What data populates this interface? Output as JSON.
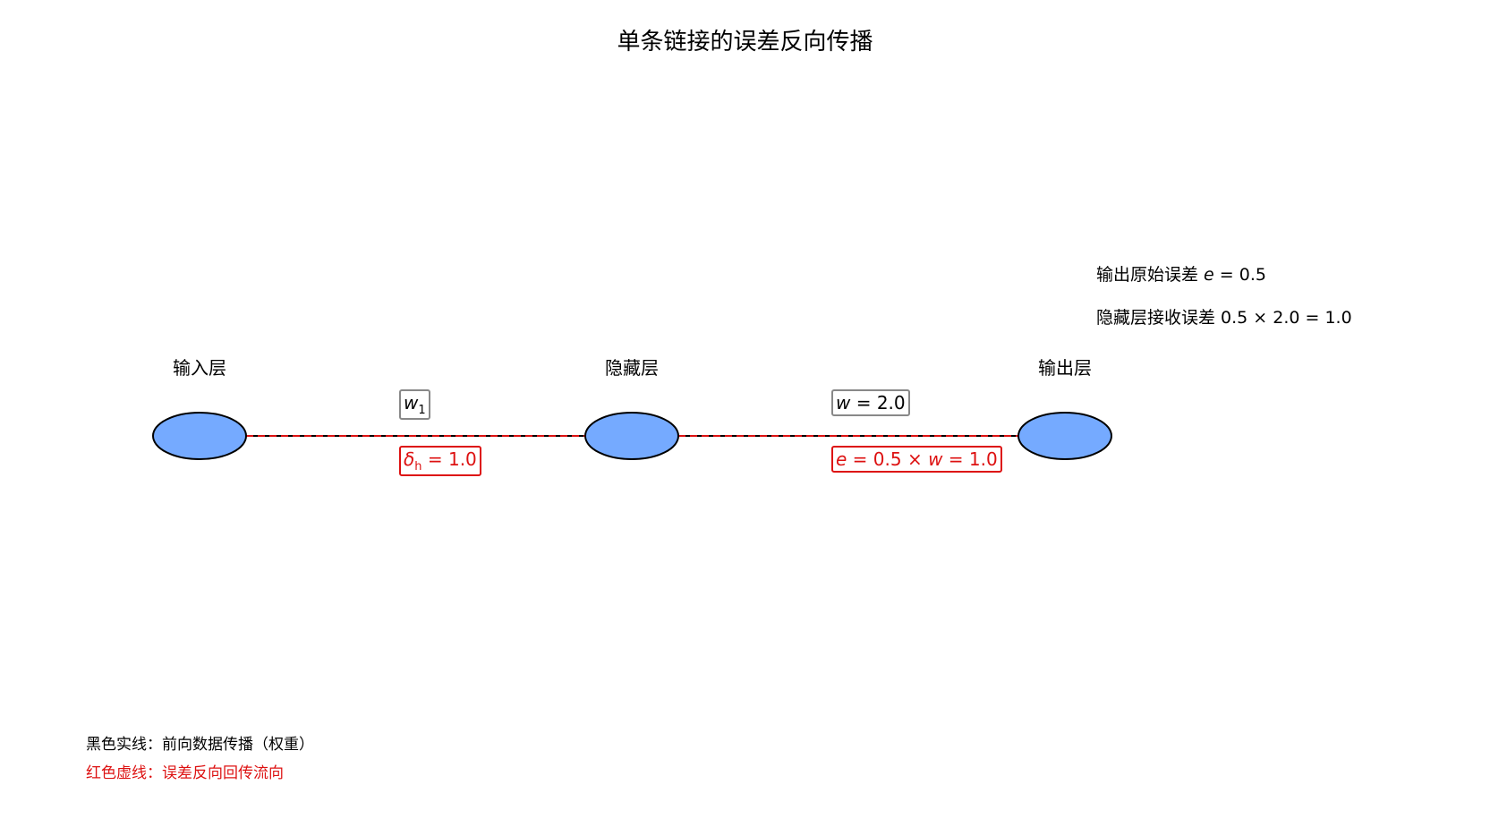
{
  "title": "单条链接的误差反向传播",
  "nodes": [
    {
      "label": "输入层"
    },
    {
      "label": "隐藏层"
    },
    {
      "label": "输出层"
    }
  ],
  "links": [
    {
      "weight_symbol": "w",
      "weight_subscript": "1",
      "error_symbol": "δ",
      "error_subscript": "h",
      "error_value": " = 1.0"
    },
    {
      "weight_symbol": "w",
      "weight_value": " = 2.0",
      "error_symbol": "e",
      "error_expr": " = 0.5 × ",
      "error_weight_symbol": "w",
      "error_value": " = 1.0"
    }
  ],
  "info": {
    "original_error_prefix": "输出原始误差 ",
    "original_error_symbol": "e",
    "original_error_value": " = 0.5",
    "hidden_error_text": "隐藏层接收误差 0.5 × 2.0 = 1.0"
  },
  "legend": {
    "forward": "黑色实线：前向数据传播（权重）",
    "backward": "红色虚线：误差反向回传流向"
  },
  "colors": {
    "node_fill": "#75aaff",
    "node_stroke": "#000000",
    "forward_line": "#000000",
    "backward_line": "#dd1111"
  }
}
